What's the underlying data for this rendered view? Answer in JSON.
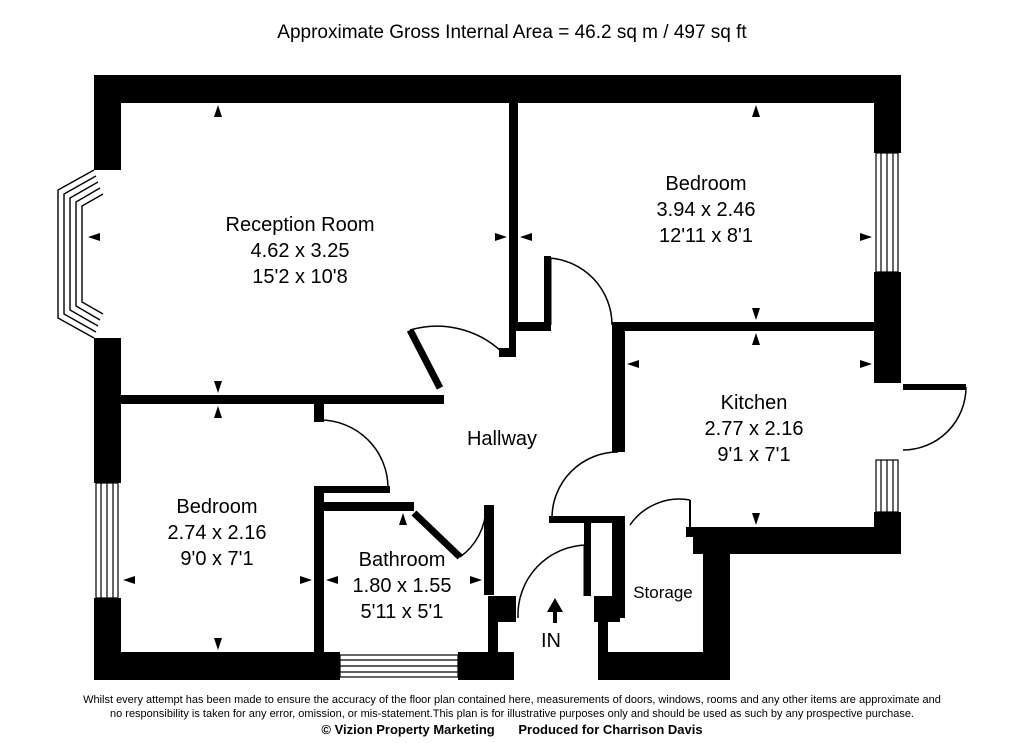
{
  "header": {
    "area": "Approximate Gross Internal Area = 46.2 sq m / 497 sq ft"
  },
  "rooms": [
    {
      "id": "reception",
      "name": "Reception Room",
      "metric": "4.62 x 3.25",
      "imperial": "15'2 x 10'8"
    },
    {
      "id": "bedroom1",
      "name": "Bedroom",
      "metric": "3.94 x 2.46",
      "imperial": "12'11 x 8'1"
    },
    {
      "id": "kitchen",
      "name": "Kitchen",
      "metric": "2.77 x 2.16",
      "imperial": "9'1 x 7'1"
    },
    {
      "id": "bedroom2",
      "name": "Bedroom",
      "metric": "2.74 x 2.16",
      "imperial": "9'0 x 7'1"
    },
    {
      "id": "bathroom",
      "name": "Bathroom",
      "metric": "1.80 x 1.55",
      "imperial": "5'11 x 5'1"
    }
  ],
  "labels": {
    "hallway": "Hallway",
    "storage": "Storage",
    "entrance": "IN"
  },
  "footer": {
    "disclaimer_line1": "Whilst every attempt has been made to ensure the accuracy of the floor plan contained here, measurements of doors, windows, rooms and any other items are approximate and",
    "disclaimer_line2": "no responsibility is taken for any error, omission, or mis-statement.This plan is for illustrative purposes only and should be used as such by any prospective purchase.",
    "copyright": "© Vizion Property Marketing",
    "produced_for": "Produced for Charrison Davis"
  }
}
